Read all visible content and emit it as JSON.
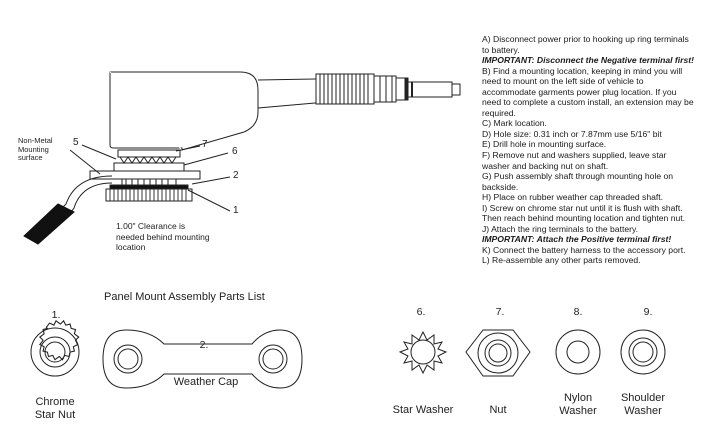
{
  "diagram": {
    "callouts": {
      "c5": "5",
      "c7": "7",
      "c6": "6",
      "c2": "2",
      "c1": "1"
    },
    "mounting_surface_label": "Non-Metal Mounting surface",
    "clearance_note": "1.00\" Clearance is needed behind mounting location"
  },
  "instructions": [
    {
      "text": "A) Disconnect  power prior to hooking up ring terminals to battery.",
      "important": false
    },
    {
      "text": "IMPORTANT: Disconnect the Negative terminal first!",
      "important": true
    },
    {
      "text": "B) Find a mounting location, keeping in mind you will need to mount on the left side of vehicle to accommodate garments power plug location.  If you need to complete a custom install, an extension may be required.",
      "important": false
    },
    {
      "text": "C) Mark location.",
      "important": false
    },
    {
      "text": "D) Hole size: 0.31 inch or 7.87mm use  5/16\" bit",
      "important": false
    },
    {
      "text": "E) Drill hole in mounting surface.",
      "important": false
    },
    {
      "text": "F) Remove nut and washers supplied, leave star washer and backing nut on shaft.",
      "important": false
    },
    {
      "text": "G) Push assembly shaft through mounting hole on backside.",
      "important": false
    },
    {
      "text": "H) Place on rubber weather cap threaded shaft.",
      "important": false
    },
    {
      "text": "I) Screw on chrome star nut until it is flush with shaft. Then reach behind mounting location and tighten nut.",
      "important": false
    },
    {
      "text": "J) Attach the ring terminals to the battery.",
      "important": false
    },
    {
      "text": "IMPORTANT: Attach the Positive terminal first!",
      "important": true
    },
    {
      "text": "K) Connect the battery harness to the accessory port.",
      "important": false
    },
    {
      "text": "L) Re-assemble any other parts removed.",
      "important": false
    }
  ],
  "parts_list": {
    "title": "Panel Mount Assembly Parts List",
    "parts": [
      {
        "number": "1.",
        "name_line1": "Chrome",
        "name_line2": "Star Nut"
      },
      {
        "number": "2.",
        "name_line1": "Weather Cap",
        "name_line2": ""
      },
      {
        "number": "6.",
        "name_line1": "Star Washer",
        "name_line2": ""
      },
      {
        "number": "7.",
        "name_line1": "Nut",
        "name_line2": ""
      },
      {
        "number": "8.",
        "name_line1": "Nylon",
        "name_line2": "Washer"
      },
      {
        "number": "9.",
        "name_line1": "Shoulder",
        "name_line2": "Washer"
      }
    ]
  }
}
